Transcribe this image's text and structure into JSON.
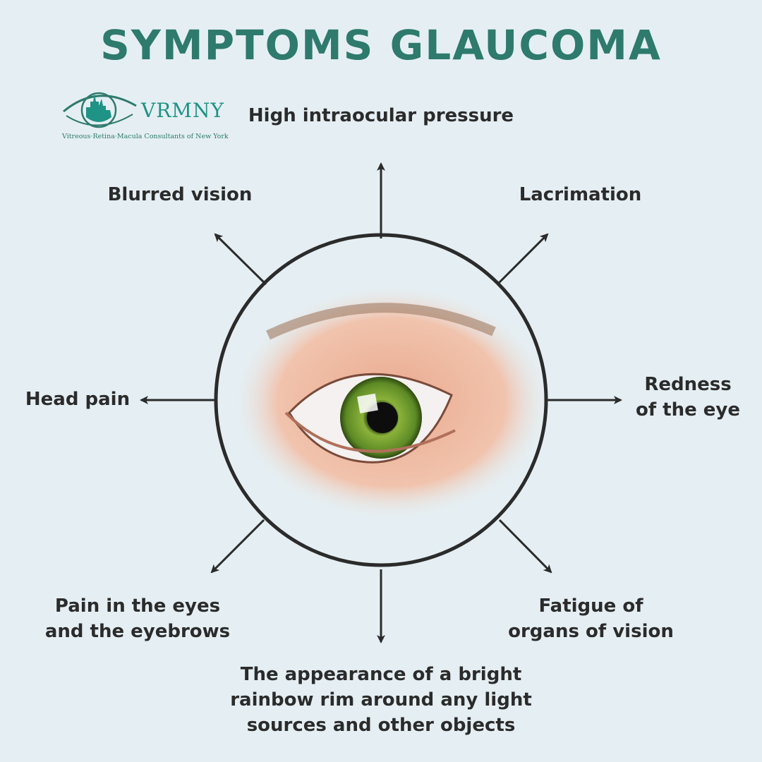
{
  "title": "SYMPTOMS GLAUCOMA",
  "logo": {
    "name": "VRMNY",
    "subtitle": "Vitreous·Retina·Macula Consultants of New York"
  },
  "symptoms": {
    "top": "High intraocular pressure",
    "top_left": "Blurred vision",
    "top_right": "Lacrimation",
    "left": "Head pain",
    "right_line1": "Redness",
    "right_line2": "of the eye",
    "bottom_left_line1": "Pain in the eyes",
    "bottom_left_line2": "and the eyebrows",
    "bottom_right_line1": "Fatigue of",
    "bottom_right_line2": "organs of vision",
    "bottom_line1": "The appearance of a bright",
    "bottom_line2": "rainbow rim around any light",
    "bottom_line3": "sources and other objects"
  },
  "colors": {
    "background": "#e5eff3",
    "title": "#2e7a6d",
    "brand": "#1f9385",
    "iris": "#6f9a2e"
  }
}
